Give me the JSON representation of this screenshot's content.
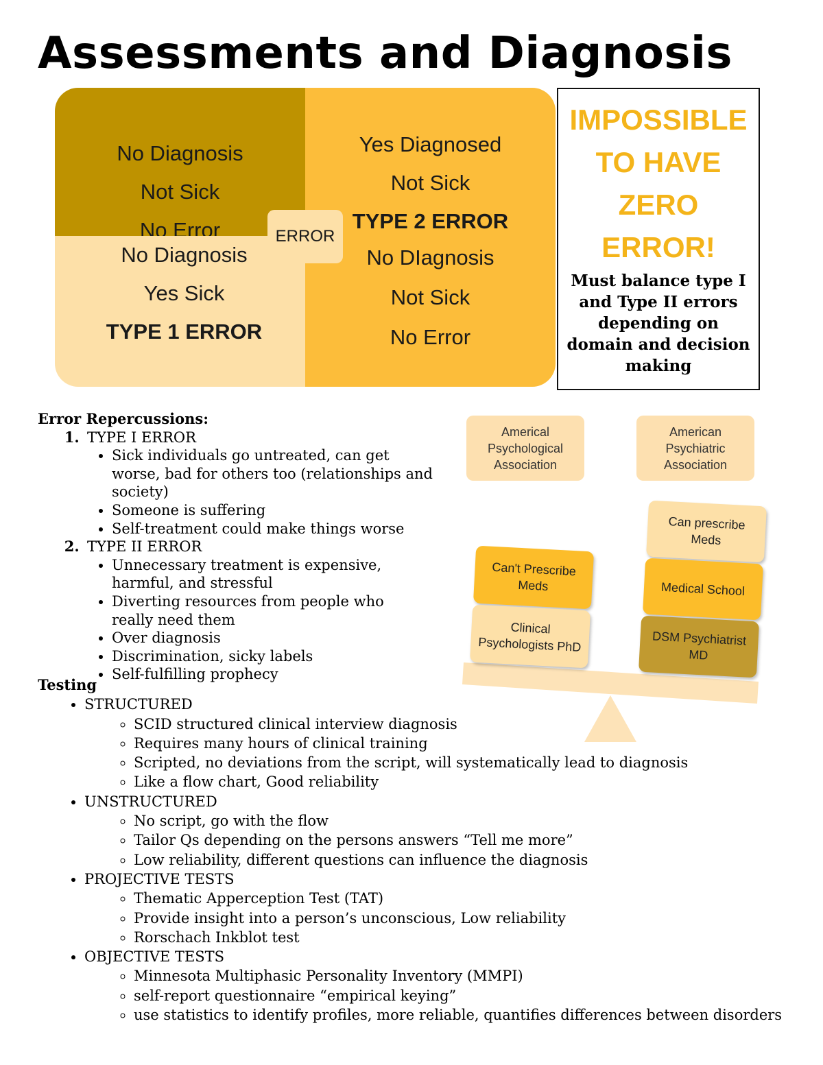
{
  "title": "Assessments and Diagnosis",
  "matrix": {
    "top_left": [
      "No Diagnosis",
      "Not Sick",
      "No Error"
    ],
    "top_right": [
      "Yes Diagnosed",
      "Not Sick",
      "TYPE 2 ERROR"
    ],
    "bottom_left": [
      "No Diagnosis",
      "Yes Sick",
      "TYPE 1 ERROR"
    ],
    "bottom_right": [
      "No DIagnosis",
      "Not Sick",
      "No Error"
    ],
    "center_label": "ERROR"
  },
  "callout": {
    "heading": [
      "IMPOSSIBLE",
      "TO HAVE",
      "ZERO",
      "ERROR!"
    ],
    "body": "Must balance type I and Type II errors depending on domain and decision making"
  },
  "repercussions": {
    "heading": "Error Repercussions:",
    "items": [
      {
        "label": "TYPE I ERROR",
        "points": [
          "Sick individuals go untreated, can get worse, bad for others too (relationships and society)",
          "Someone is suffering",
          "Self-treatment could make things worse"
        ]
      },
      {
        "label": "TYPE II ERROR",
        "points": [
          "Unnecessary treatment is expensive, harmful, and stressful",
          "Diverting resources from people who really need them",
          "Over diagnosis",
          "Discrimination, sicky labels",
          "Self-fulfilling prophecy"
        ]
      }
    ]
  },
  "testing": {
    "heading": "Testing",
    "groups": [
      {
        "label": "STRUCTURED",
        "points": [
          "SCID structured clinical interview diagnosis",
          "Requires many hours of clinical training",
          "Scripted, no deviations from the script, will systematically lead to diagnosis",
          "Like a flow chart, Good reliability"
        ]
      },
      {
        "label": "UNSTRUCTURED",
        "points": [
          "No script, go with the flow",
          "Tailor Qs depending on the persons answers “Tell me more”",
          "Low reliability, different questions can influence the diagnosis"
        ]
      },
      {
        "label": "PROJECTIVE TESTS",
        "points": [
          "Thematic Apperception Test (TAT)",
          "Provide insight into a person’s unconscious, Low reliability",
          "Rorschach Inkblot test"
        ]
      },
      {
        "label": "OBJECTIVE TESTS",
        "points": [
          "Minnesota Multiphasic Personality Inventory (MMPI)",
          "self-report questionnaire “empirical keying”",
          "use statistics to identify profiles, more reliable, quantifies differences between disorders"
        ]
      }
    ]
  },
  "balance": {
    "left_header": [
      "Americal",
      "Psychological",
      "Association"
    ],
    "right_header": [
      "American",
      "Psychiatric",
      "Association"
    ],
    "left_blocks": [
      [
        "Can't Prescribe",
        "Meds"
      ],
      [
        "Clinical",
        "Psychologists PhD"
      ]
    ],
    "right_blocks": [
      [
        "Can prescribe",
        "Meds"
      ],
      [
        "Medical School"
      ],
      [
        "DSM Psychiatrist",
        "MD"
      ]
    ],
    "colors": {
      "light": "#fde0a8",
      "medium": "#fcbd2a",
      "dark": "#c19a30",
      "beam": "#fde3b8"
    }
  },
  "colors": {
    "matrix_dark": "#be9200",
    "matrix_medium": "#fcbd3a",
    "matrix_light": "#fde0a8",
    "callout_heading": "#f4b41a"
  }
}
